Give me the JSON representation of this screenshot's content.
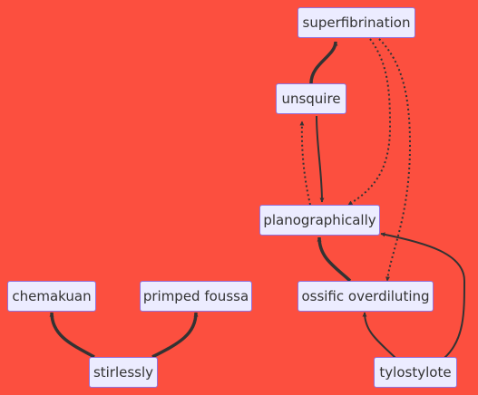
{
  "colors": {
    "background": "#fc4f3f",
    "node_fill": "#ececff",
    "node_border": "#9370db",
    "text": "#333333",
    "edge": "#333333"
  },
  "nodes": {
    "superfibrination": "superfibrination",
    "unsquire": "unsquire",
    "planographically": "planographically",
    "chemakuan": "chemakuan",
    "primped_foussa": "primped foussa",
    "ossific_overdiluting": "ossific overdiluting",
    "stirlessly": "stirlessly",
    "tylostylote": "tylostylote"
  },
  "edges": [
    {
      "from": "unsquire",
      "to": "superfibrination",
      "style": "thick"
    },
    {
      "from": "unsquire",
      "to": "planographically",
      "style": "solid"
    },
    {
      "from": "planographically",
      "to": "unsquire",
      "style": "dotted"
    },
    {
      "from": "superfibrination",
      "to": "planographically",
      "style": "dotted"
    },
    {
      "from": "superfibrination",
      "to": "ossific_overdiluting",
      "style": "dotted"
    },
    {
      "from": "ossific_overdiluting",
      "to": "planographically",
      "style": "thick"
    },
    {
      "from": "tylostylote",
      "to": "planographically",
      "style": "solid"
    },
    {
      "from": "tylostylote",
      "to": "ossific_overdiluting",
      "style": "solid"
    },
    {
      "from": "stirlessly",
      "to": "chemakuan",
      "style": "thick"
    },
    {
      "from": "stirlessly",
      "to": "primped_foussa",
      "style": "thick"
    }
  ]
}
